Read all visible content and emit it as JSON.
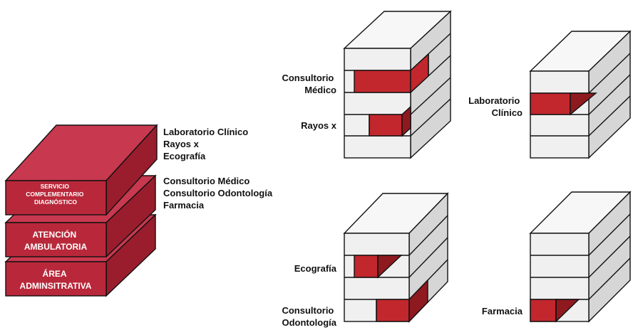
{
  "stack": {
    "layers": [
      {
        "lines": [
          "SERVICIO",
          "COMPLEMENTARIO",
          "DIAGNÓSTICO"
        ]
      },
      {
        "lines": [
          "ATENCIÓN",
          "AMBULATORIA"
        ]
      },
      {
        "lines": [
          "ÁREA",
          "ADMINSITRATIVA"
        ]
      }
    ],
    "top_list": [
      "Laboratorio Clínico",
      "Rayos x",
      "Ecografía"
    ],
    "mid_list": [
      "Consultorio Médico",
      "Consultorio Odontología",
      "Farmacia"
    ]
  },
  "blocks": [
    {
      "labels": [
        {
          "lines": [
            "Consultorio",
            "Médico"
          ]
        },
        {
          "lines": [
            "Rayos x"
          ]
        }
      ]
    },
    {
      "labels": [
        {
          "lines": [
            "Laboratorio",
            "Clínico"
          ]
        }
      ]
    },
    {
      "labels": [
        {
          "lines": [
            "Ecografía"
          ]
        },
        {
          "lines": [
            "Consultorio",
            "Odontología"
          ]
        }
      ]
    },
    {
      "labels": [
        {
          "lines": [
            "Farmacia"
          ]
        }
      ]
    }
  ],
  "colors": {
    "layer_top": "#c8384f",
    "layer_front": "#b8283a",
    "layer_side": "#9a1d2d",
    "accent_red": "#c1272d",
    "accent_red_dark": "#8e1a20",
    "block_front": "#f0f0f0",
    "block_top": "#f7f7f7",
    "block_side": "#d6d6d6",
    "outline": "#111111"
  }
}
